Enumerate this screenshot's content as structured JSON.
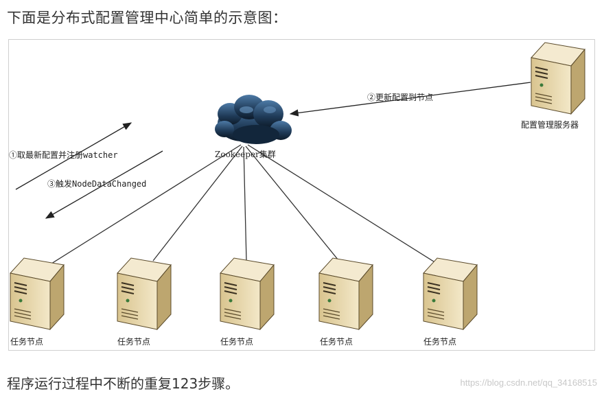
{
  "intro_text": "下面是分布式配置管理中心简单的示意图：",
  "outro_text": "程序运行过程中不断的重复123步骤。",
  "watermark": "https://blog.csdn.net/qq_34168515",
  "diagram": {
    "cluster_label": "Zookeeper集群",
    "config_server_label": "配置管理服务器",
    "step1_label": "①取最新配置并注册watcher",
    "step2_label": "②更新配置到节点",
    "step3_label": "③触发NodeDataChanged",
    "task_nodes": [
      {
        "label": "任务节点"
      },
      {
        "label": "任务节点"
      },
      {
        "label": "任务节点"
      },
      {
        "label": "任务节点"
      },
      {
        "label": "任务节点"
      }
    ],
    "colors": {
      "server_body": "#e8d9b2",
      "server_side": "#bda66f",
      "cloud": "#1f3a57",
      "line": "#333333"
    }
  }
}
